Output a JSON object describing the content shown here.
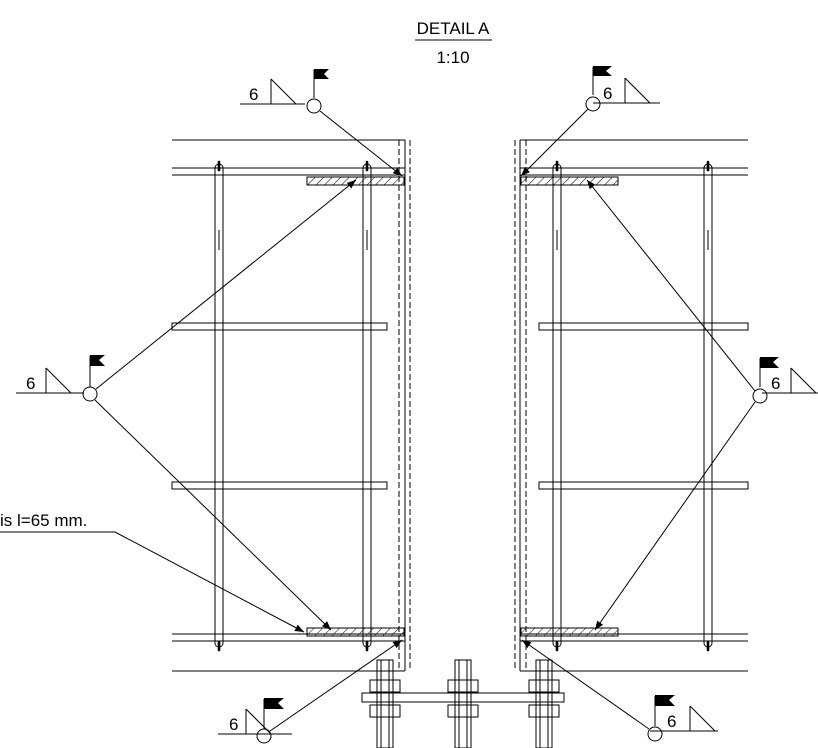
{
  "title": {
    "name": "DETAIL A",
    "scale": "1:10"
  },
  "weld_symbols": [
    {
      "id": "top-left",
      "size": "6"
    },
    {
      "id": "top-right",
      "size": "6"
    },
    {
      "id": "mid-left",
      "size": "6"
    },
    {
      "id": "mid-right",
      "size": "6"
    },
    {
      "id": "bottom-left",
      "size": "6"
    },
    {
      "id": "bottom-right",
      "size": "6"
    }
  ],
  "note": {
    "text": "is l=65 mm."
  }
}
